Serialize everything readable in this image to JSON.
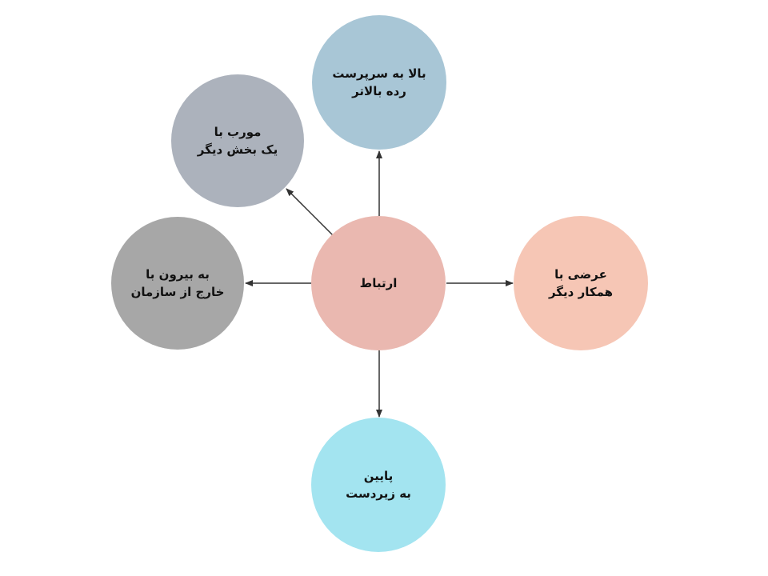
{
  "diagram": {
    "type": "hub-and-spoke",
    "center": {
      "id": "center",
      "lines": [
        "ارتباط"
      ],
      "color": "#EAB8B0"
    },
    "nodes": [
      {
        "id": "up",
        "lines": [
          "بالا به سرپرست",
          "رده بالاتر"
        ],
        "color": "#A8C6D6"
      },
      {
        "id": "diagonal",
        "lines": [
          "مورب با",
          "یک بخش دیگر"
        ],
        "color": "#ACB2BC"
      },
      {
        "id": "outside",
        "lines": [
          "به بیرون با",
          "خارج از سازمان"
        ],
        "color": "#A7A7A7"
      },
      {
        "id": "horizontal",
        "lines": [
          "عرضی با",
          "همکار دیگر"
        ],
        "color": "#F6C6B5"
      },
      {
        "id": "down",
        "lines": [
          "پایین",
          "به زیردست"
        ],
        "color": "#A3E4F0"
      }
    ],
    "edges": [
      {
        "from": "center",
        "to": "up"
      },
      {
        "from": "center",
        "to": "diagonal"
      },
      {
        "from": "center",
        "to": "outside"
      },
      {
        "from": "center",
        "to": "horizontal"
      },
      {
        "from": "center",
        "to": "down"
      }
    ],
    "edge_color": "#333333"
  }
}
